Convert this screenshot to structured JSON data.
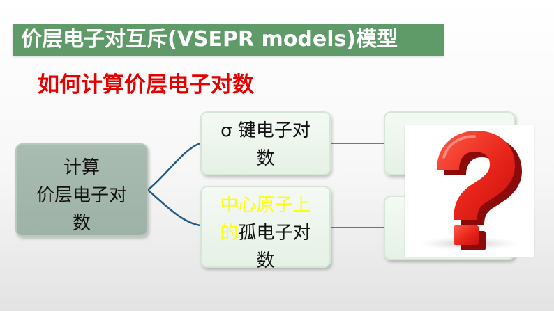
{
  "slide": {
    "title": "价层电子对互斥(VSEPR models)模型",
    "subtitle": "如何计算价层电子对数"
  },
  "diagram": {
    "root": {
      "line1": "计算",
      "line2": "价层电子对",
      "line3": "数"
    },
    "branch_top": {
      "line1": "σ 键电子对",
      "line2": "数"
    },
    "branch_bottom": {
      "highlight_a": "中心原子上",
      "highlight_b": "的",
      "line2_rest": "孤电子对",
      "line3": "数"
    },
    "colors": {
      "title_bar": "#5f9b68",
      "subtitle": "#e60000",
      "highlight": "#ffff00",
      "connector": "#1f5a86",
      "qmark": "#e8251a"
    },
    "decor_icon": "question-mark-icon"
  }
}
